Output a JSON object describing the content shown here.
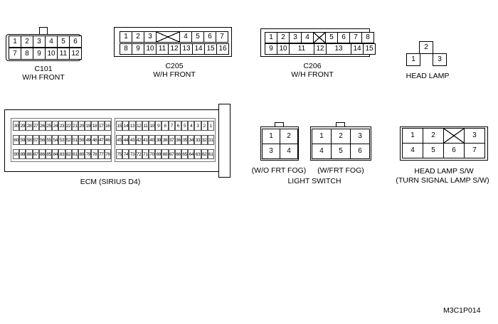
{
  "connectors": {
    "c101": {
      "name": "C101",
      "location": "W/H FRONT",
      "rows": [
        [
          "1",
          "2",
          "3",
          "4",
          "5",
          "6"
        ],
        [
          "7",
          "8",
          "9",
          "10",
          "11",
          "12"
        ]
      ]
    },
    "c205": {
      "name": "C205",
      "location": "W/H FRONT",
      "rows": [
        [
          "1",
          "2",
          "3",
          "X",
          "4",
          "5",
          "6",
          "7"
        ],
        [
          "8",
          "9",
          "10",
          "11",
          "12",
          "13",
          "14",
          "15",
          "16"
        ]
      ]
    },
    "c206": {
      "name": "C206",
      "location": "W/H FRONT",
      "rows": [
        [
          "1",
          "2",
          "3",
          "4",
          "X",
          "5",
          "6",
          "7",
          "8"
        ],
        [
          "9",
          "10",
          "11",
          "12",
          "13",
          "14",
          "15"
        ]
      ]
    },
    "head_lamp": {
      "name": "HEAD LAMP",
      "pins": [
        "1",
        "2",
        "3"
      ]
    },
    "ecm": {
      "name": "ECM (SIRIUS D4)",
      "rows": [
        [
          "30",
          "29",
          "28",
          "27",
          "26",
          "25",
          "24",
          "23",
          "22",
          "21",
          "20",
          "19",
          "18",
          "17",
          "16",
          "",
          "15",
          "14",
          "13",
          "12",
          "11",
          "10",
          "9",
          "8",
          "7",
          "6",
          "5",
          "4",
          "3",
          "2",
          "1"
        ],
        [
          "60",
          "59",
          "58",
          "57",
          "56",
          "55",
          "54",
          "53",
          "52",
          "51",
          "50",
          "49",
          "48",
          "47",
          "46",
          "",
          "45",
          "44",
          "43",
          "42",
          "41",
          "40",
          "39",
          "38",
          "37",
          "36",
          "35",
          "34",
          "33",
          "32",
          "31"
        ],
        [
          "90",
          "89",
          "88",
          "87",
          "86",
          "85",
          "84",
          "83",
          "82",
          "81",
          "80",
          "79",
          "78",
          "77",
          "76",
          "",
          "75",
          "74",
          "73",
          "72",
          "71",
          "70",
          "69",
          "68",
          "67",
          "66",
          "65",
          "64",
          "63",
          "62",
          "61"
        ]
      ]
    },
    "light_switch": {
      "name": "LIGHT SWITCH",
      "without_fog": {
        "label": "(W/O FRT FOG)",
        "rows": [
          [
            "1",
            "2"
          ],
          [
            "3",
            "4"
          ]
        ]
      },
      "with_fog": {
        "label": "(W/FRT FOG)",
        "rows": [
          [
            "1",
            "2",
            "3"
          ],
          [
            "4",
            "5",
            "6"
          ]
        ]
      }
    },
    "head_lamp_sw": {
      "name": "HEAD LAMP S/W",
      "subtitle": "(TURN SIGNAL LAMP S/W)",
      "rows": [
        [
          "1",
          "2",
          "X",
          "3"
        ],
        [
          "4",
          "5",
          "6",
          "7"
        ]
      ]
    }
  },
  "figure_code": "M3C1P014"
}
